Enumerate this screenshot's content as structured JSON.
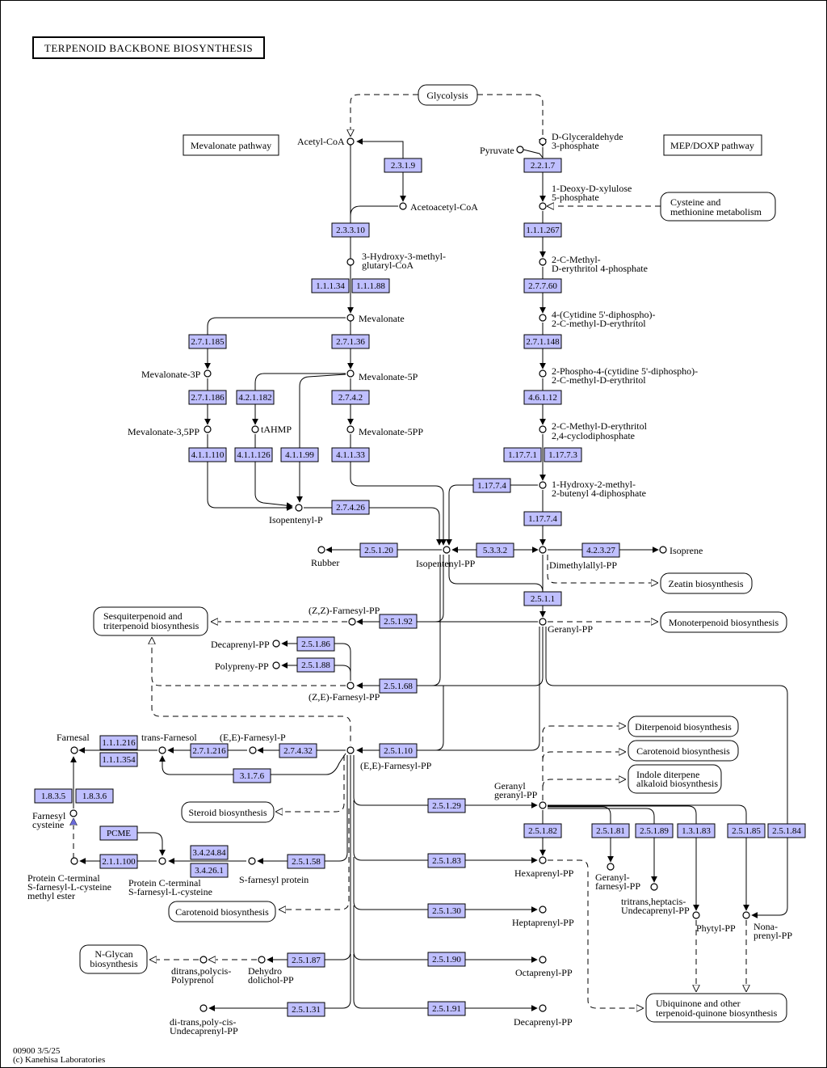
{
  "title": "TERPENOID BACKBONE BIOSYNTHESIS",
  "footer": {
    "line1": "00900 3/5/25",
    "line2": "(c) Kanehisa Laboratories"
  },
  "pathways": {
    "glycolysis": "Glycolysis",
    "mevalonate": "Mevalonate pathway",
    "mep": "MEP/DOXP pathway",
    "cys1": "Cysteine and",
    "cys2": "methionine metabolism",
    "zeatin": "Zeatin biosynthesis",
    "mono": "Monoterpenoid biosynthesis",
    "sesq1": "Sesquiterpenoid and",
    "sesq2": "triterpenoid biosynthesis",
    "diterp": "Diterpenoid biosynthesis",
    "carot1": "Carotenoid biosynthesis",
    "indole1": "Indole diterpene",
    "indole2": "alkaloid biosynthesis",
    "steroid": "Steroid biosynthesis",
    "carot2": "Carotenoid biosynthesis",
    "nglycan1": "N-Glycan",
    "nglycan2": "biosynthesis",
    "ubiq1": "Ubiquinone and other",
    "ubiq2": "terpenoid-quinone biosynthesis"
  },
  "compounds": {
    "acetylcoa": "Acetyl-CoA",
    "acetoacetylcoa": "Acetoacetyl-CoA",
    "hmg1": "3-Hydroxy-3-methyl-",
    "hmg2": "glutaryl-CoA",
    "mevalonate": "Mevalonate",
    "mev3p": "Mevalonate-3P",
    "mev5p": "Mevalonate-5P",
    "mev35pp": "Mevalonate-3,5PP",
    "tahmp": "tAHMP",
    "mev5pp": "Mevalonate-5PP",
    "ipp_p": "Isopentenyl-P",
    "ipp": "Isopentenyl-PP",
    "rubber": "Rubber",
    "pyruvate": "Pyruvate",
    "gap1": "D-Glyceraldehyde",
    "gap2": "3-phosphate",
    "dxp1": "1-Deoxy-D-xylulose",
    "dxp2": "5-phosphate",
    "mep1": "2-C-Methyl-",
    "mep2": "D-erythritol 4-phosphate",
    "cdpme1": "4-(Cytidine 5'-diphospho)-",
    "cdpme2": "2-C-methyl-D-erythritol",
    "cdpmep1": "2-Phospho-4-(cytidine 5'-diphospho)-",
    "cdpmep2": "2-C-methyl-D-erythritol",
    "mecpp1": "2-C-Methyl-D-erythritol",
    "mecpp2": "2,4-cyclodiphosphate",
    "hmbpp1": "1-Hydroxy-2-methyl-",
    "hmbpp2": "2-butenyl 4-diphosphate",
    "dmapp": "Dimethylallyl-PP",
    "isoprene": "Isoprene",
    "gpp": "Geranyl-PP",
    "zzfpp": "(Z,Z)-Farnesyl-PP",
    "decaprenylpp": "Decaprenyl-PP",
    "polyprenypp": "Polypreny-PP",
    "zefpp": "(Z,E)-Farnesyl-PP",
    "farnesal": "Farnesal",
    "transfarnesol": "trans-Farnesol",
    "eefp": "(E,E)-Farnesyl-P",
    "eefpp": "(E,E)-Farnesyl-PP",
    "farnesylcys1": "Farnesyl",
    "farnesylcys2": "cysteine",
    "pcme1": "Protein C-terminal",
    "pcme2": "S-farnesyl-L-cysteine",
    "pcme3": "methyl ester",
    "pcsf1": "Protein C-terminal",
    "pcsf2": "S-farnesyl-L-cysteine",
    "sfarnprot": "S-farnesyl protein",
    "ggpp1": "Geranyl",
    "ggpp2": "geranyl-PP",
    "hexaprenyl": "Hexaprenyl-PP",
    "ggfpp1": "Geranyl-",
    "ggfpp2": "farnesyl-PP",
    "undec1": "tritrans,heptacis-",
    "undec2": "Undecaprenyl-PP",
    "phytyl": "Phytyl-PP",
    "nona1": "Nona-",
    "nona2": "prenyl-PP",
    "heptaprenyl": "Heptaprenyl-PP",
    "octaprenyl": "Octaprenyl-PP",
    "decaprenyl2": "Decaprenyl-PP",
    "ditrans1": "ditrans,polycis-",
    "ditrans2": "Polyprenol",
    "dehydro1": "Dehydro",
    "dehydro2": "dolichol-PP",
    "ditransund1": "di-trans,poly-cis-",
    "ditransund2": "Undecaprenyl-PP"
  },
  "enzymes": {
    "e2319": "2.3.1.9",
    "e23310": "2.3.3.10",
    "e11134": "1.1.1.34",
    "e11188": "1.1.1.88",
    "e27136": "2.7.1.36",
    "e271185": "2.7.1.185",
    "e271186": "2.7.1.186",
    "e421182": "4.2.1.182",
    "e2742": "2.7.4.2",
    "e411110": "4.1.1.110",
    "e411126": "4.1.1.126",
    "e41199": "4.1.1.99",
    "e41133": "4.1.1.33",
    "e27426": "2.7.4.26",
    "e2217": "2.2.1.7",
    "e111267": "1.1.1.267",
    "e27760": "2.7.7.60",
    "e271148": "2.7.1.148",
    "e46112": "4.6.1.12",
    "e11771": "1.17.7.1",
    "e11773": "1.17.7.3",
    "e11774a": "1.17.7.4",
    "e11774b": "1.17.7.4",
    "e25120": "2.5.1.20",
    "e5332": "5.3.3.2",
    "e42327": "4.2.3.27",
    "e2511": "2.5.1.1",
    "e25192": "2.5.1.92",
    "e25186": "2.5.1.86",
    "e25188": "2.5.1.88",
    "e25168": "2.5.1.68",
    "e111216": "1.1.1.216",
    "e111354": "1.1.1.354",
    "e271216": "2.7.1.216",
    "e27432": "2.7.4.32",
    "e25110": "2.5.1.10",
    "e3176": "3.1.7.6",
    "e1835": "1.8.3.5",
    "e1836": "1.8.3.6",
    "pcme": "PCME",
    "e342484": "3.4.24.84",
    "e34261": "3.4.26.1",
    "e211100": "2.1.1.100",
    "e25158": "2.5.1.58",
    "e25129": "2.5.1.29",
    "e25182": "2.5.1.82",
    "e25181": "2.5.1.81",
    "e25189": "2.5.1.89",
    "e13183": "1.3.1.83",
    "e25185": "2.5.1.85",
    "e25184": "2.5.1.84",
    "e25183": "2.5.1.83",
    "e25130": "2.5.1.30",
    "e25190": "2.5.1.90",
    "e25187": "2.5.1.87",
    "e25131": "2.5.1.31",
    "e25191": "2.5.1.91"
  }
}
